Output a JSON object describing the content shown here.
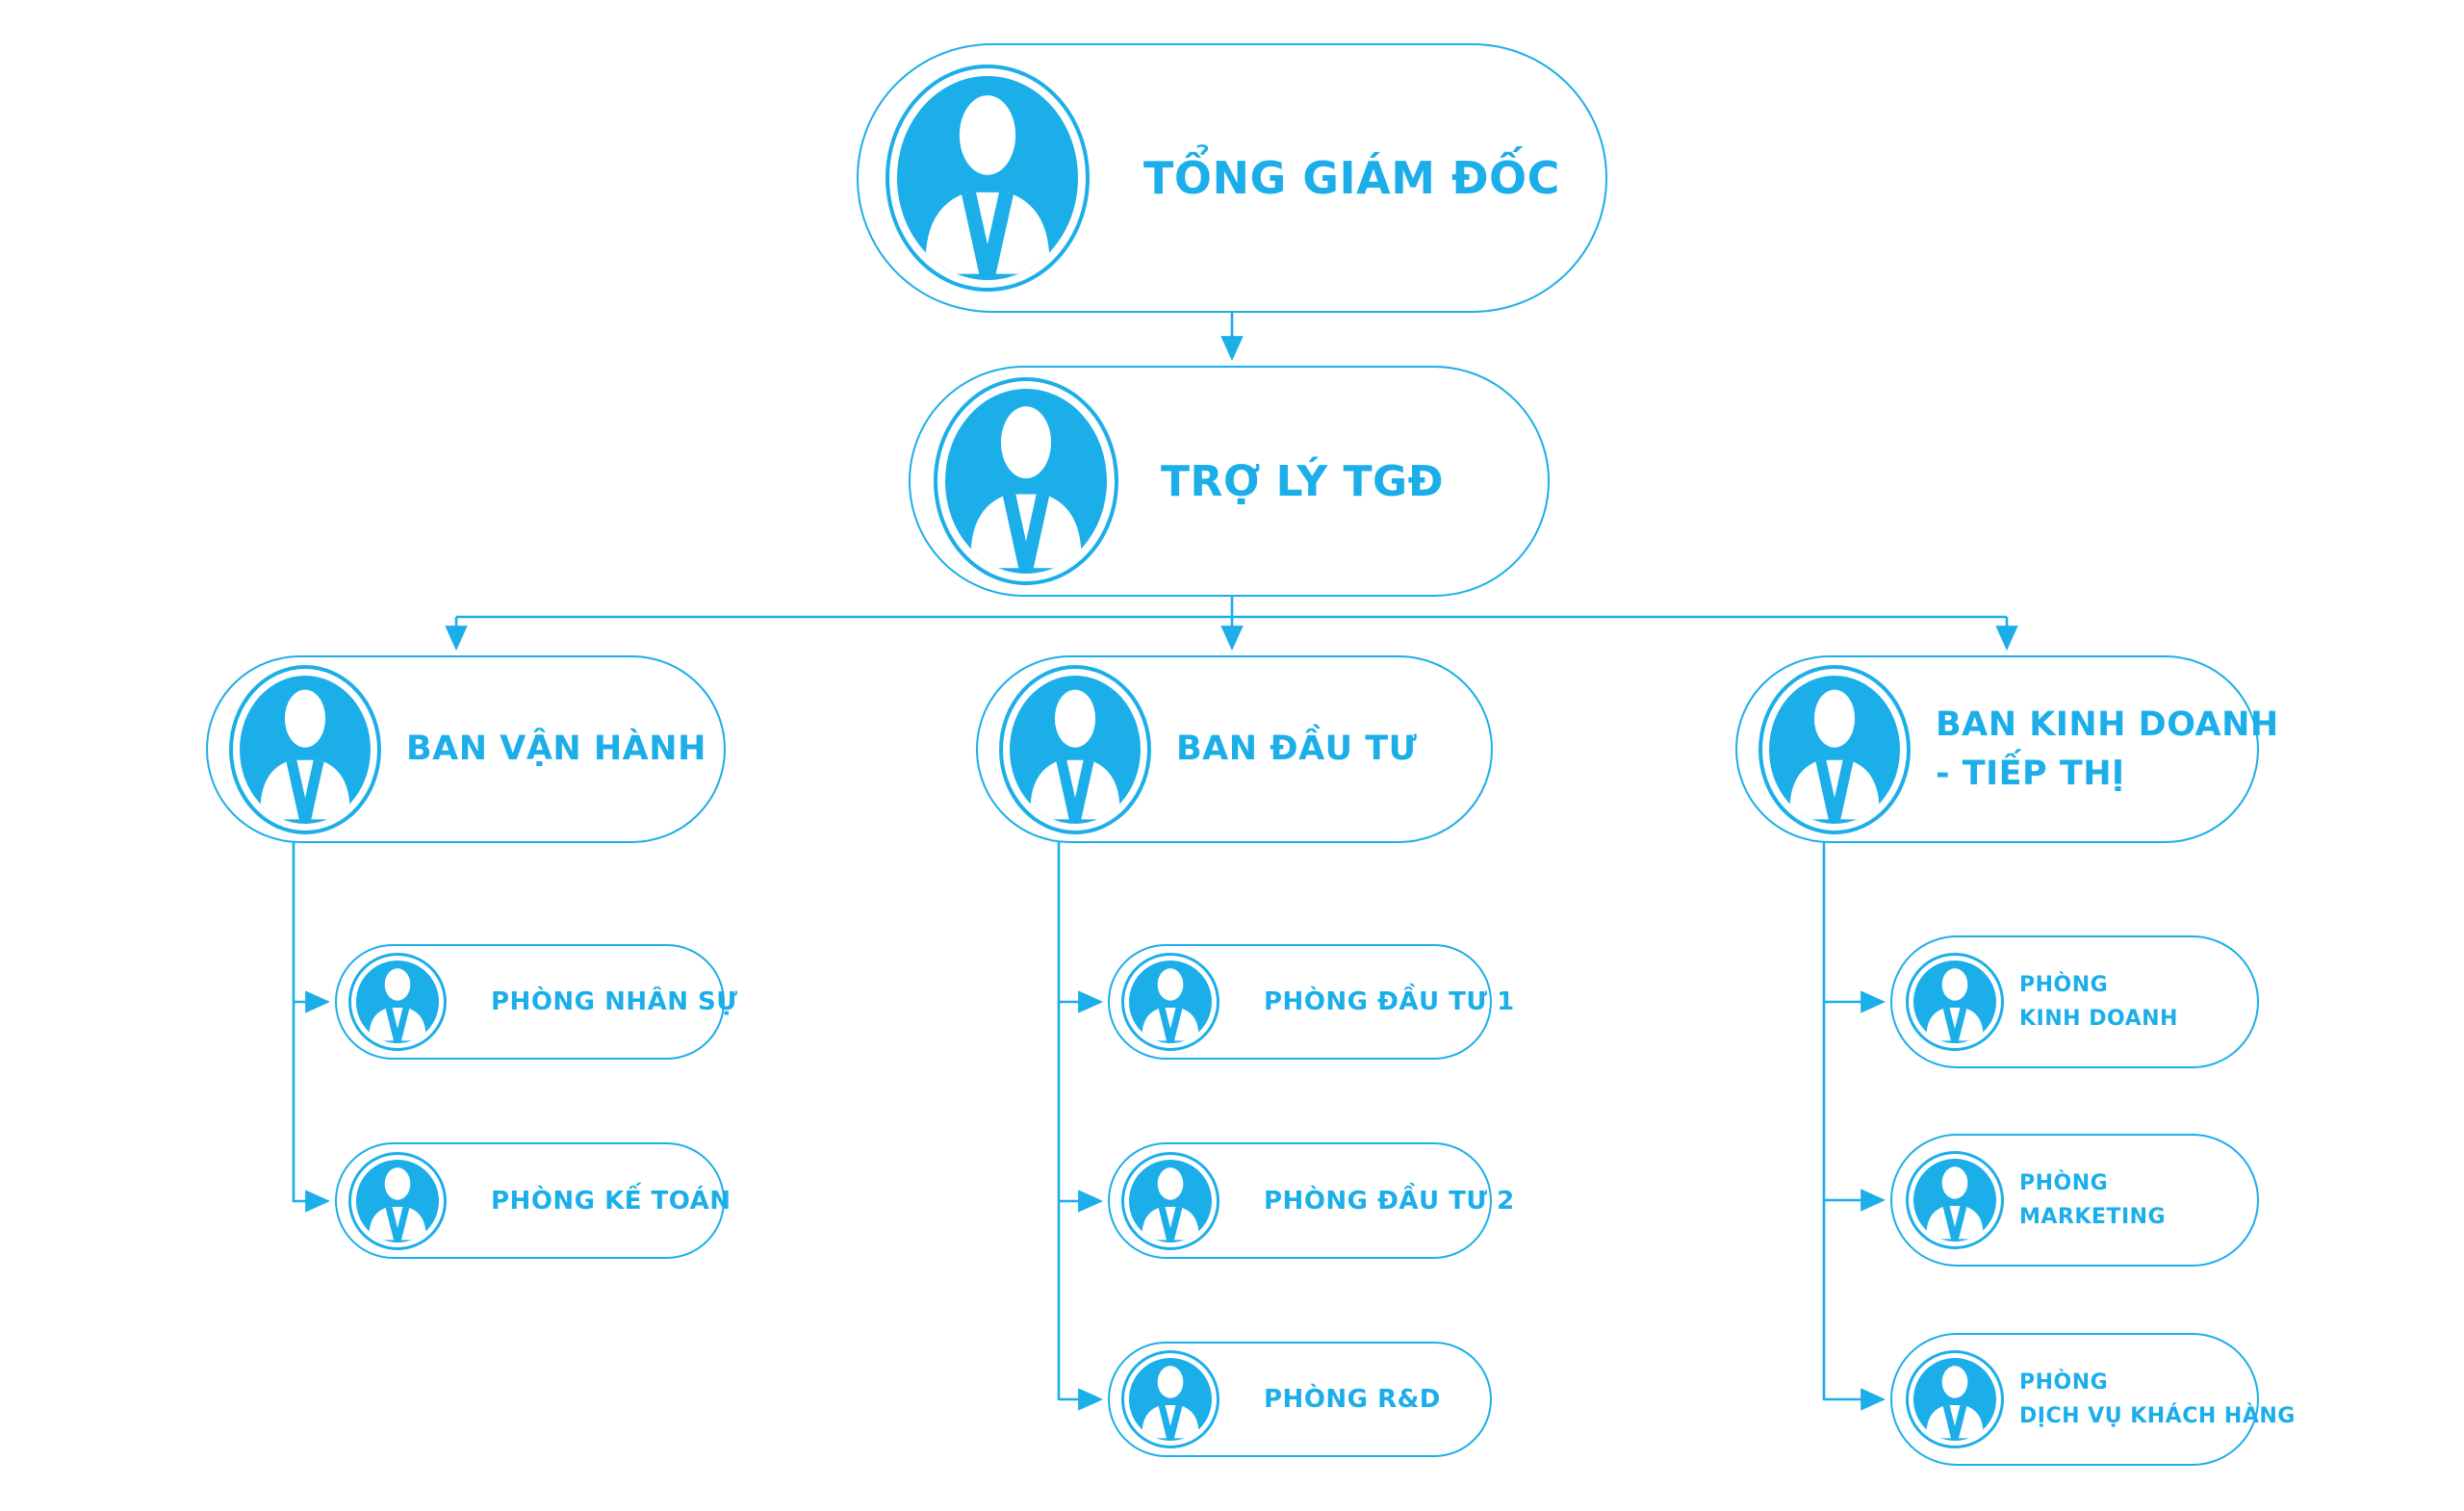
{
  "diagram": {
    "type": "org-chart",
    "accent_color": "#1CAEE9",
    "background_color": "#FFFFFF",
    "icon": "person-icon"
  },
  "nodes": [
    {
      "id": "tong-giam-doc",
      "level": 1,
      "parent": null,
      "lines": [
        "TỔNG GIÁM ĐỐC"
      ]
    },
    {
      "id": "tro-ly-tgd",
      "level": 2,
      "parent": "tong-giam-doc",
      "lines": [
        "TRỢ LÝ TGĐ"
      ]
    },
    {
      "id": "ban-van-hanh",
      "level": 3,
      "parent": "tro-ly-tgd",
      "lines": [
        "BAN VẬN HÀNH"
      ]
    },
    {
      "id": "ban-dau-tu",
      "level": 3,
      "parent": "tro-ly-tgd",
      "lines": [
        "BAN ĐẦU TƯ"
      ]
    },
    {
      "id": "ban-kinh-doanh-tiep-thi",
      "level": 3,
      "parent": "tro-ly-tgd",
      "lines": [
        "BAN KINH DOANH",
        "- TIẾP THỊ"
      ]
    },
    {
      "id": "phong-nhan-su",
      "level": 4,
      "parent": "ban-van-hanh",
      "lines": [
        "PHÒNG NHÂN SỰ"
      ]
    },
    {
      "id": "phong-ke-toan",
      "level": 4,
      "parent": "ban-van-hanh",
      "lines": [
        "PHÒNG KẾ TOÁN"
      ]
    },
    {
      "id": "phong-dau-tu-1",
      "level": 4,
      "parent": "ban-dau-tu",
      "lines": [
        "PHÒNG ĐẦU TƯ 1"
      ]
    },
    {
      "id": "phong-dau-tu-2",
      "level": 4,
      "parent": "ban-dau-tu",
      "lines": [
        "PHÒNG ĐẦU TƯ 2"
      ]
    },
    {
      "id": "phong-r-d",
      "level": 4,
      "parent": "ban-dau-tu",
      "lines": [
        "PHÒNG R&D"
      ]
    },
    {
      "id": "phong-kinh-doanh",
      "level": 4,
      "parent": "ban-kinh-doanh-tiep-thi",
      "lines": [
        "PHÒNG",
        "KINH DOANH"
      ]
    },
    {
      "id": "phong-marketing",
      "level": 4,
      "parent": "ban-kinh-doanh-tiep-thi",
      "lines": [
        "PHÒNG",
        "MARKETING"
      ]
    },
    {
      "id": "phong-dich-vu-khach-hang",
      "level": 4,
      "parent": "ban-kinh-doanh-tiep-thi",
      "lines": [
        "PHÒNG",
        "DỊCH VỤ KHÁCH HÀNG"
      ]
    }
  ],
  "edges": [
    {
      "from": "tong-giam-doc",
      "to": "tro-ly-tgd"
    },
    {
      "from": "tro-ly-tgd",
      "to": "ban-van-hanh"
    },
    {
      "from": "tro-ly-tgd",
      "to": "ban-dau-tu"
    },
    {
      "from": "tro-ly-tgd",
      "to": "ban-kinh-doanh-tiep-thi"
    },
    {
      "from": "ban-van-hanh",
      "to": "phong-nhan-su"
    },
    {
      "from": "ban-van-hanh",
      "to": "phong-ke-toan"
    },
    {
      "from": "ban-dau-tu",
      "to": "phong-dau-tu-1"
    },
    {
      "from": "ban-dau-tu",
      "to": "phong-dau-tu-2"
    },
    {
      "from": "ban-dau-tu",
      "to": "phong-r-d"
    },
    {
      "from": "ban-kinh-doanh-tiep-thi",
      "to": "phong-kinh-doanh"
    },
    {
      "from": "ban-kinh-doanh-tiep-thi",
      "to": "phong-marketing"
    },
    {
      "from": "ban-kinh-doanh-tiep-thi",
      "to": "phong-dich-vu-khach-hang"
    }
  ]
}
